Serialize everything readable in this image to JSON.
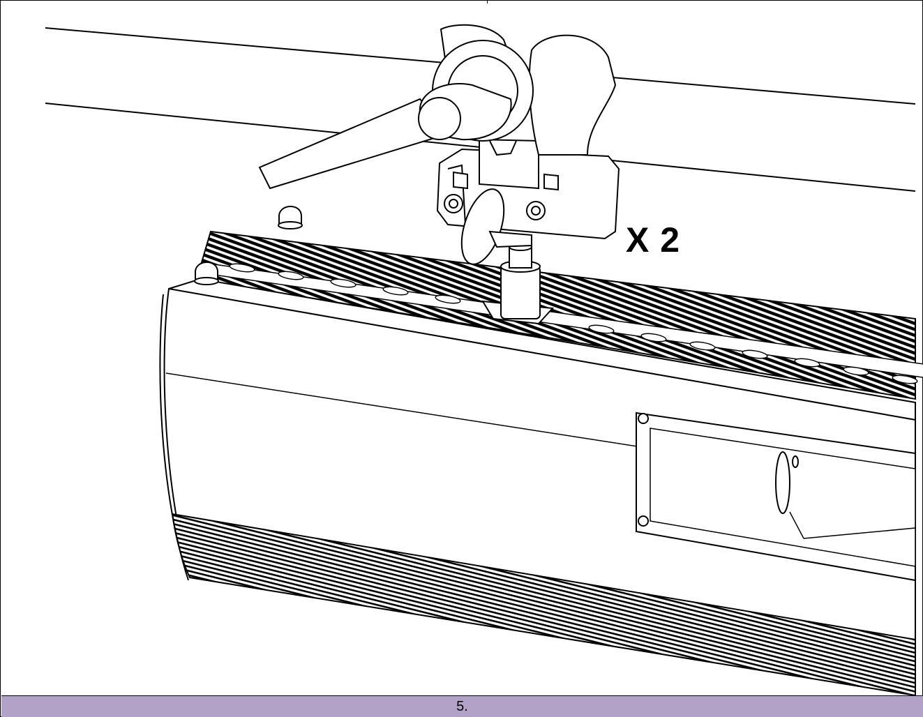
{
  "figure": {
    "quantity_label": "X 2",
    "step_caption": "5.",
    "caption_bar_color": "#b3a2c7",
    "illustration_parts": [
      "truss-pipe",
      "half-coupler-clamp",
      "clamp-lever-handle",
      "wing-bolt",
      "mounting-spigot",
      "led-bar-fixture",
      "safety-bumper"
    ]
  }
}
